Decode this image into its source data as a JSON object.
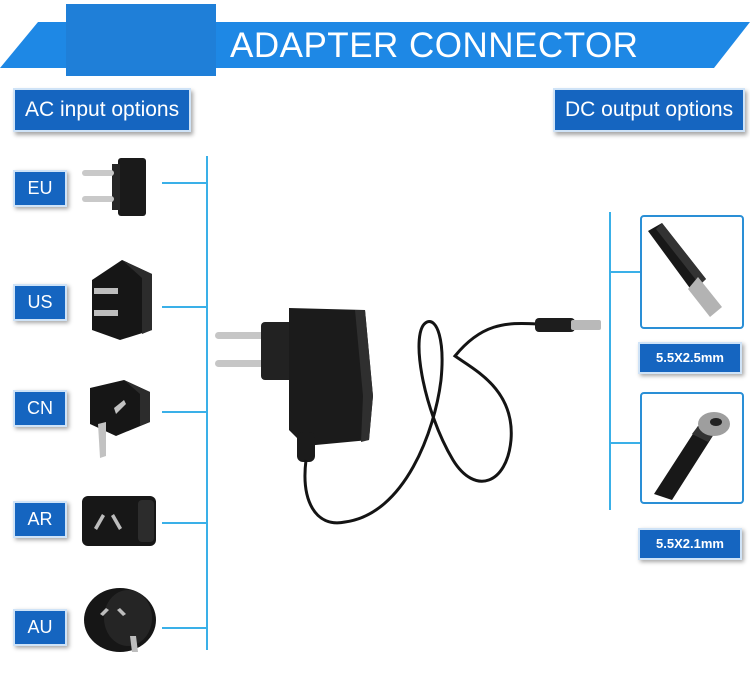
{
  "banner": {
    "title": "ADAPTER CONNECTOR"
  },
  "headers": {
    "ac": "AC input options",
    "dc": "DC output options"
  },
  "ac_plugs": [
    {
      "label": "EU",
      "icon": "eu-plug-icon"
    },
    {
      "label": "US",
      "icon": "us-plug-icon"
    },
    {
      "label": "CN",
      "icon": "cn-plug-icon"
    },
    {
      "label": "AR",
      "icon": "ar-plug-icon"
    },
    {
      "label": "AU",
      "icon": "au-plug-icon"
    }
  ],
  "dc_connectors": [
    {
      "label": "5.5X2.5mm",
      "icon": "dc-barrel-connector-icon"
    },
    {
      "label": "5.5X2.1mm",
      "icon": "dc-barrel-connector-icon"
    }
  ],
  "colors": {
    "banner_blue": "#1e88e5",
    "label_blue": "#1565c0",
    "line_cyan": "#3ab0e8"
  }
}
